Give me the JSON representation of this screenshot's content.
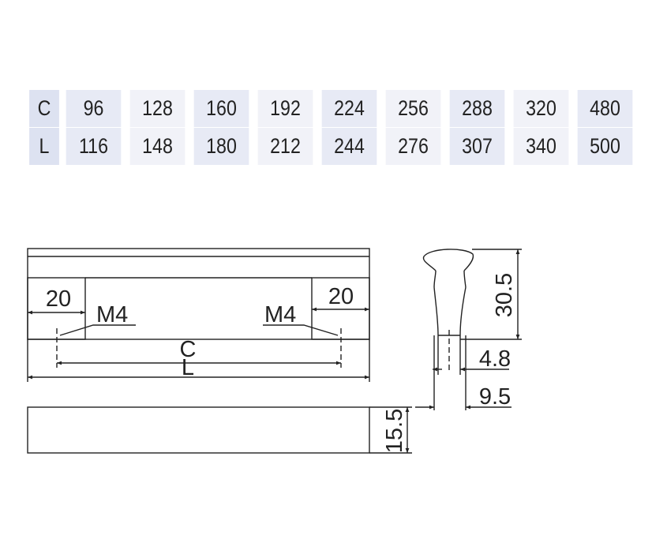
{
  "table": {
    "rows": [
      {
        "label": "C",
        "values": [
          "96",
          "128",
          "160",
          "192",
          "224",
          "256",
          "288",
          "320",
          "480"
        ]
      },
      {
        "label": "L",
        "values": [
          "116",
          "148",
          "180",
          "212",
          "244",
          "276",
          "307",
          "340",
          "500"
        ]
      }
    ]
  },
  "drawing": {
    "front_view": {
      "end_width_left": "20",
      "end_width_right": "20",
      "thread_left": "M4",
      "thread_right": "M4",
      "center_distance": "C",
      "overall_length": "L"
    },
    "side_view": {
      "height": "30.5",
      "stem_width": "4.8",
      "base_width": "9.5"
    },
    "top_view": {
      "thickness": "15.5"
    }
  },
  "colors": {
    "line": "#222222",
    "table_header_bg": "#e7eaf5",
    "table_alt_bg": "#f1f2f8"
  }
}
